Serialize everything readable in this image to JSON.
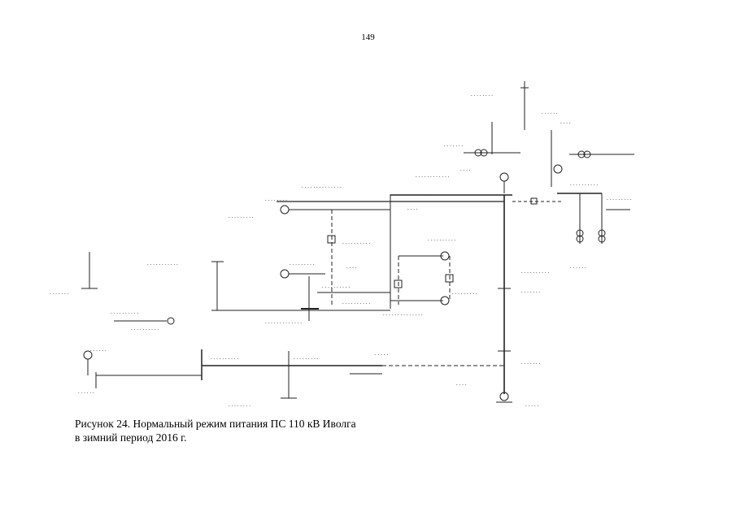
{
  "page": {
    "number": "149"
  },
  "caption": {
    "line1": "Рисунок 24. Нормальный режим  питания  ПС 110 кВ Иволга",
    "line2": "в зимний период 2016 г."
  },
  "colors": {
    "line": "#222222",
    "faint_text": "#555555"
  }
}
